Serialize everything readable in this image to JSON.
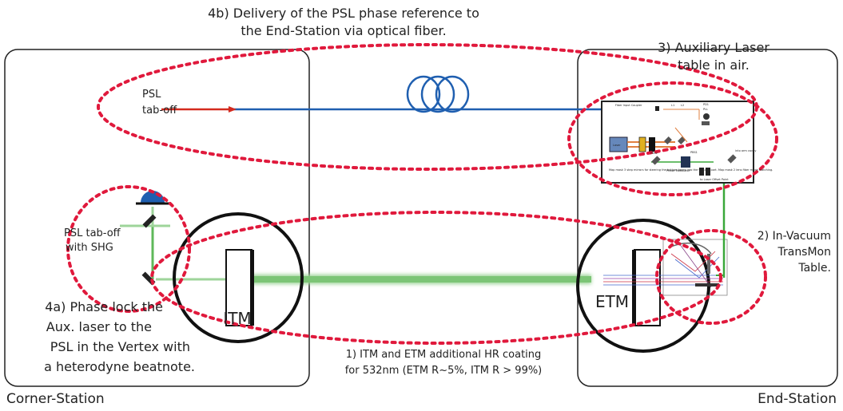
{
  "title_line1": "4b) Delivery of the PSL phase reference to",
  "title_line2": "the End-Station via optical fiber.",
  "aux_laser_line1": "3) Auxiliary Laser",
  "aux_laser_line2": "table in air.",
  "psl_tab_off_line1": "PSL",
  "psl_tab_off_line2": "tab-off",
  "psl_shg_line1": "PSL tab-off",
  "psl_shg_line2": "with SHG",
  "phase_lock_lines": [
    "4a) Phase lock the",
    "Aux. laser to the",
    "PSL in the Vertex with",
    "a heterodyne beatnote."
  ],
  "itm_label": "ITM",
  "etm_label": "ETM",
  "coating_line1": "1) ITM and ETM additional HR coating",
  "coating_line2": "for 532nm (ETM R~5%, ITM R > 99%)",
  "transmon_lines": [
    "2) In-Vacuum",
    "TransMon",
    "Table."
  ],
  "corner_station_label": "Corner-Station",
  "end_station_label": "End-Station",
  "table_small_labels": {
    "fiber_coupler": "Fiber Input Coupler",
    "pd": "PD1",
    "pll": "PLL",
    "l1": "L1",
    "l2": "L2",
    "pbs1": "PBS1",
    "pbs2": "PBS2",
    "laser": "Laser",
    "phase_mod": "Phase Modulator",
    "to_laser": "to Laser Offset Point",
    "into_arm": "into arm cavity",
    "notes": "Map mask 3 step mirrors for steering the bottom beam into the vacuum port. Map mask 2 lens fiber mode matching."
  },
  "colors": {
    "red_dash": "#e0193c",
    "blue_fiber": "#1f5fb0",
    "psl_red": "#d42a1e",
    "green_beam": "#3aa83a",
    "light_green": "#9ed49a"
  }
}
